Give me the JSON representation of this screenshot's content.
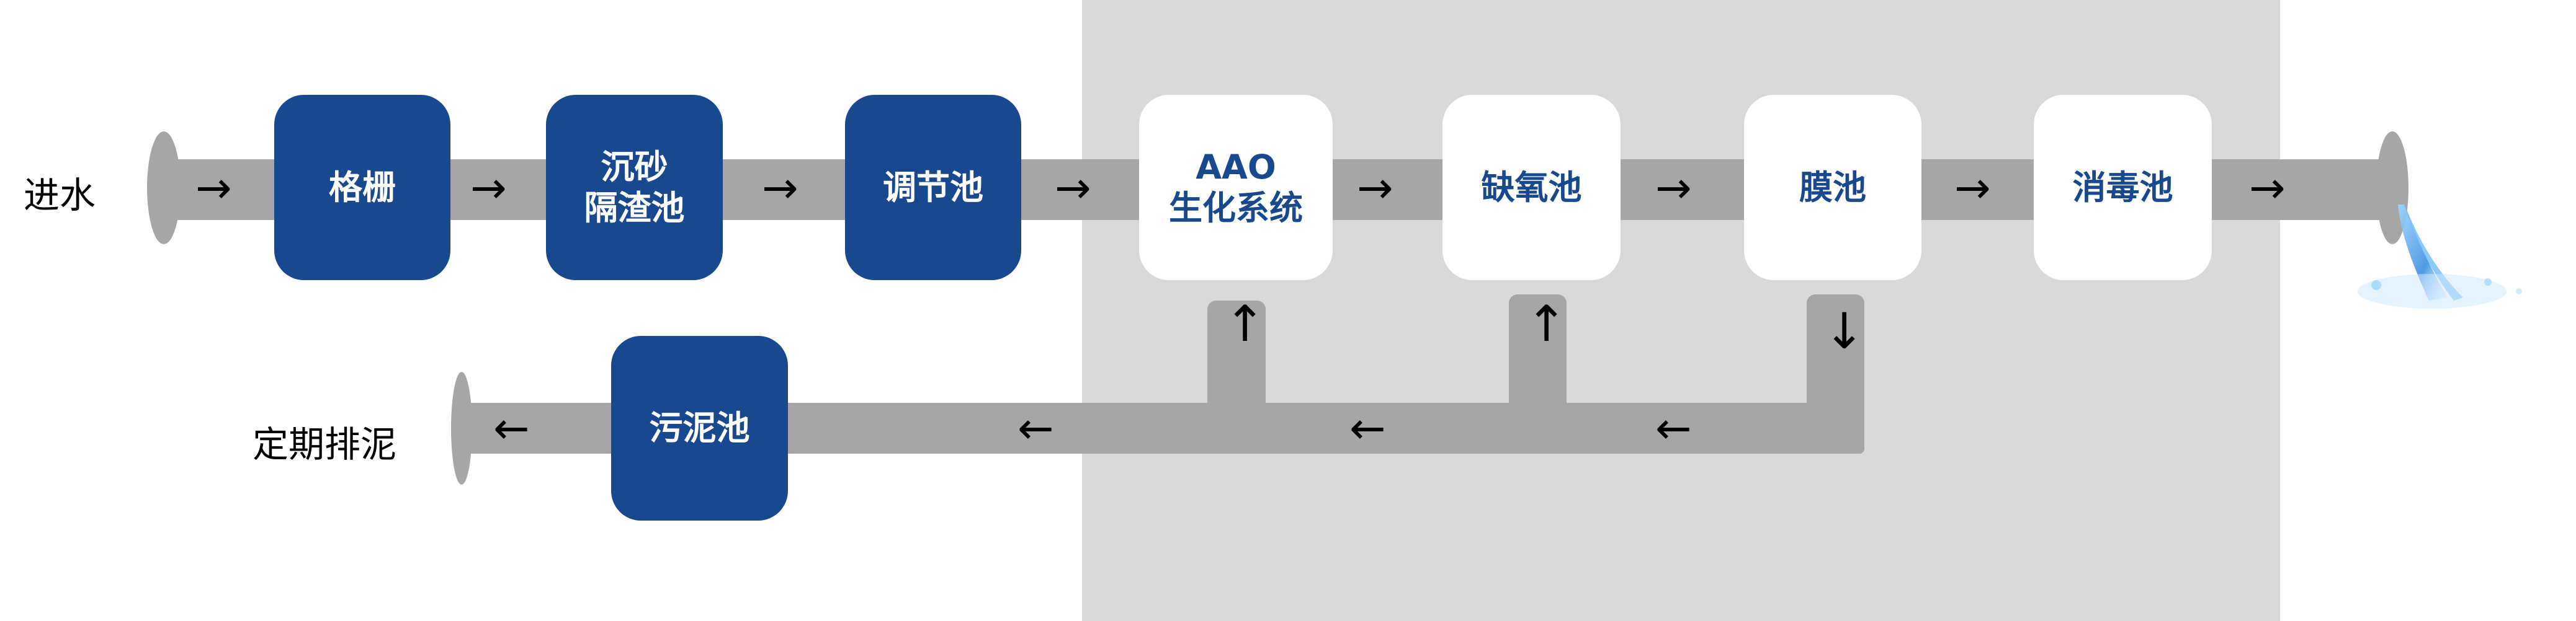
{
  "colors": {
    "stage_dark": "#18488e",
    "stage_light_text": "#18488e",
    "pipe": "#a6a6a6",
    "panel": "#d9d9d9"
  },
  "labels": {
    "inlet": "进水",
    "sludge_discharge": "定期排泥"
  },
  "stages": [
    {
      "id": "grille",
      "text": "格栅",
      "style": "dark"
    },
    {
      "id": "grit-chamber",
      "text": "沉砂\n隔渣池",
      "style": "dark"
    },
    {
      "id": "equalization-tank",
      "text": "调节池",
      "style": "dark"
    },
    {
      "id": "aao-system",
      "text": "AAO\n生化系统",
      "style": "light"
    },
    {
      "id": "anoxic-tank",
      "text": "缺氧池",
      "style": "light"
    },
    {
      "id": "membrane-tank",
      "text": "膜池",
      "style": "light"
    },
    {
      "id": "disinfection-tank",
      "text": "消毒池",
      "style": "light"
    }
  ],
  "sludge_tank": {
    "text": "污泥池"
  },
  "arrows": {
    "right": "→",
    "left": "←",
    "up": "↑",
    "down": "↓"
  },
  "icons": {
    "outlet": "water-splash-icon"
  }
}
